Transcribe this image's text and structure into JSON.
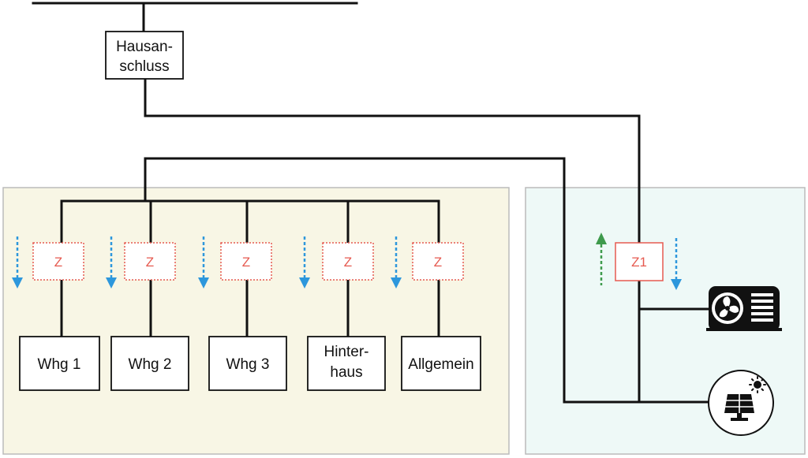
{
  "colors": {
    "line": "#111111",
    "left_panel_bg": "#f8f6e5",
    "right_panel_bg": "#eef9f7",
    "panel_border": "#bbbbbb",
    "meter": "#e65a50",
    "arrow_down": "#2d97dc",
    "arrow_up": "#3e9a4c"
  },
  "connection": {
    "line1": "Hausan-",
    "line2": "schluss"
  },
  "meters": [
    {
      "label": "Z"
    },
    {
      "label": "Z"
    },
    {
      "label": "Z"
    },
    {
      "label": "Z"
    },
    {
      "label": "Z"
    }
  ],
  "consumers": [
    {
      "line1": "Whg 1",
      "line2": ""
    },
    {
      "line1": "Whg 2",
      "line2": ""
    },
    {
      "line1": "Whg 3",
      "line2": ""
    },
    {
      "line1": "Hinter-",
      "line2": "haus"
    },
    {
      "line1": "Allgemein",
      "line2": ""
    }
  ],
  "main_meter": {
    "label": "Z1"
  },
  "devices": {
    "heat_pump_icon": "heat-pump-icon",
    "solar_icon": "solar-panel-icon"
  }
}
